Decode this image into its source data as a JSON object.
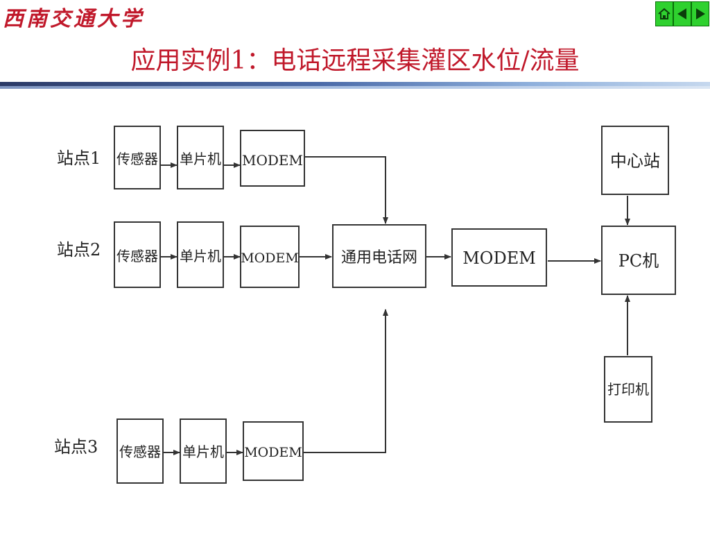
{
  "header": {
    "logo_text": "西南交通大学",
    "title": "应用实例1：电话远程采集灌区水位/流量"
  },
  "nav": {
    "home_icon": "home-icon",
    "prev_icon": "triangle-left-icon",
    "next_icon": "triangle-right-icon"
  },
  "colors": {
    "title": "#c0182a",
    "nav_button": "#2fd12f",
    "rule_dark": "#2b3a66"
  },
  "diagram": {
    "station1_label": "站点1",
    "station2_label": "站点2",
    "station3_label": "站点3",
    "sensor_label": "传感器",
    "mcu_label": "单片机",
    "modem_label": "MODEM",
    "phone_network_label": "通用电话网",
    "central_modem_label": "MODEM",
    "center_station_label": "中心站",
    "pc_label": "PC机",
    "printer_label": "打印机"
  }
}
